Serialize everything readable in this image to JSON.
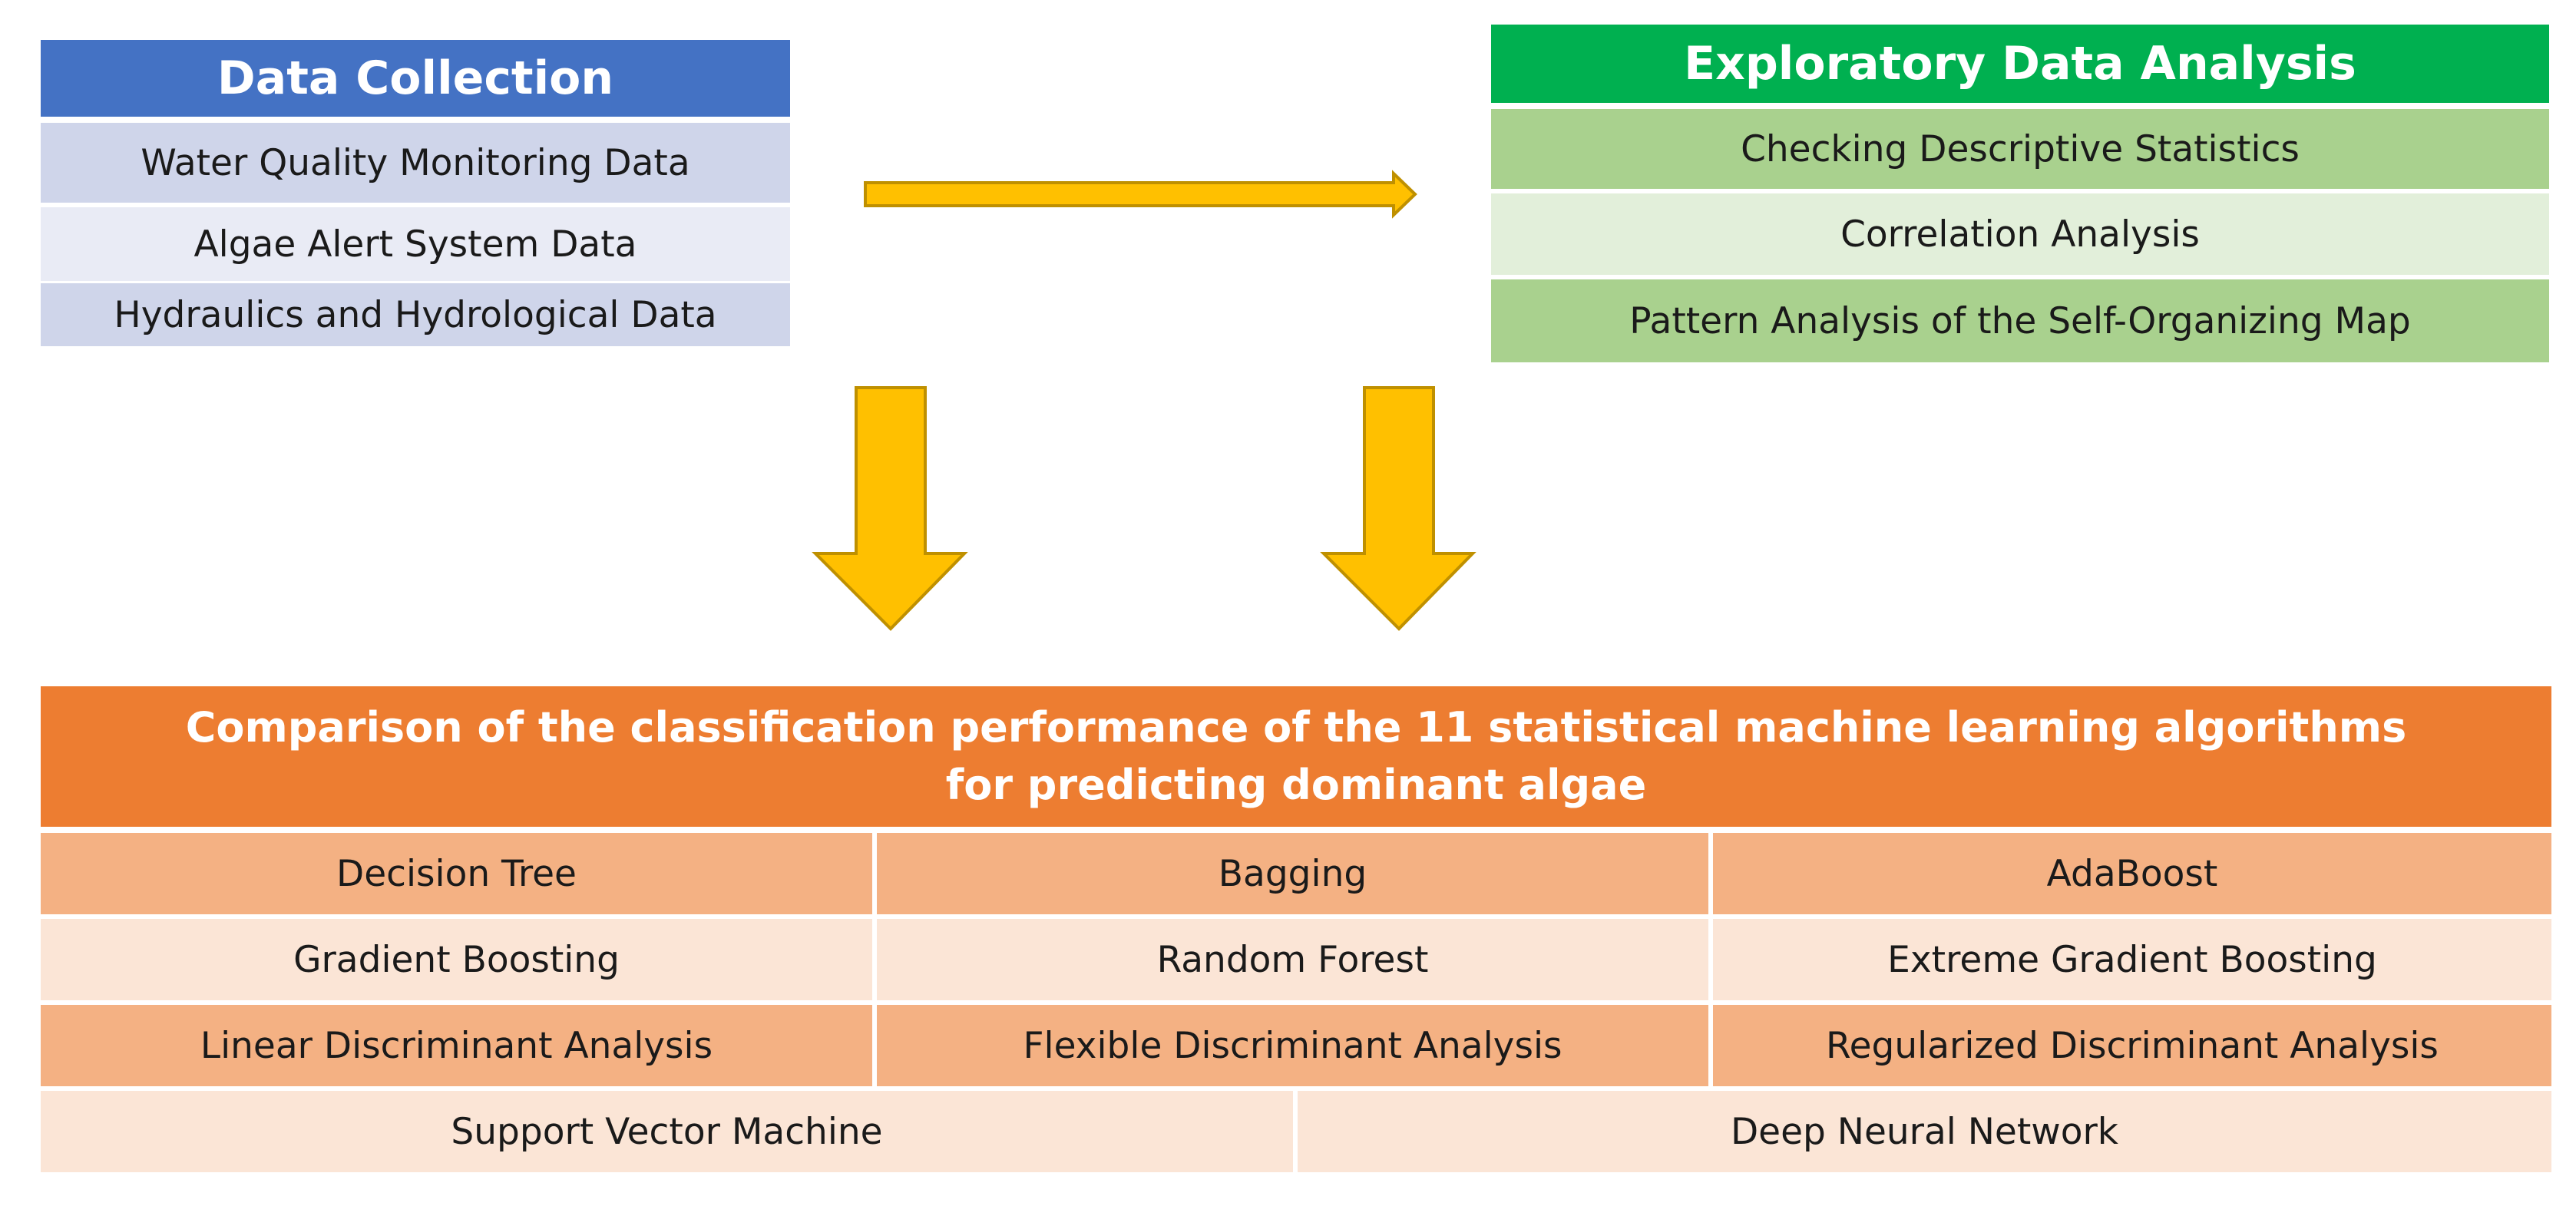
{
  "data_collection": {
    "title": "Data Collection",
    "items": [
      "Water Quality Monitoring Data",
      "Algae Alert System Data",
      "Hydraulics and Hydrological Data"
    ]
  },
  "eda": {
    "title": "Exploratory Data Analysis",
    "items": [
      "Checking Descriptive Statistics",
      "Correlation Analysis",
      "Pattern Analysis of the Self-Organizing Map"
    ]
  },
  "comparison": {
    "title_line1": "Comparison of the classification performance of the 11 statistical machine learning algorithms",
    "title_line2": "for predicting dominant algae",
    "rows": [
      [
        "Decision Tree",
        "Bagging",
        "AdaBoost"
      ],
      [
        "Gradient Boosting",
        "Random Forest",
        "Extreme Gradient Boosting"
      ],
      [
        "Linear Discriminant Analysis",
        "Flexible Discriminant Analysis",
        "Regularized Discriminant Analysis"
      ],
      [
        "Support Vector Machine",
        "Deep Neural Network"
      ]
    ]
  },
  "colors": {
    "blue_header": "#4472c4",
    "green_header": "#00b050",
    "orange_header": "#ed7d31",
    "arrow_fill": "#ffc000",
    "arrow_stroke": "#bf9000"
  }
}
